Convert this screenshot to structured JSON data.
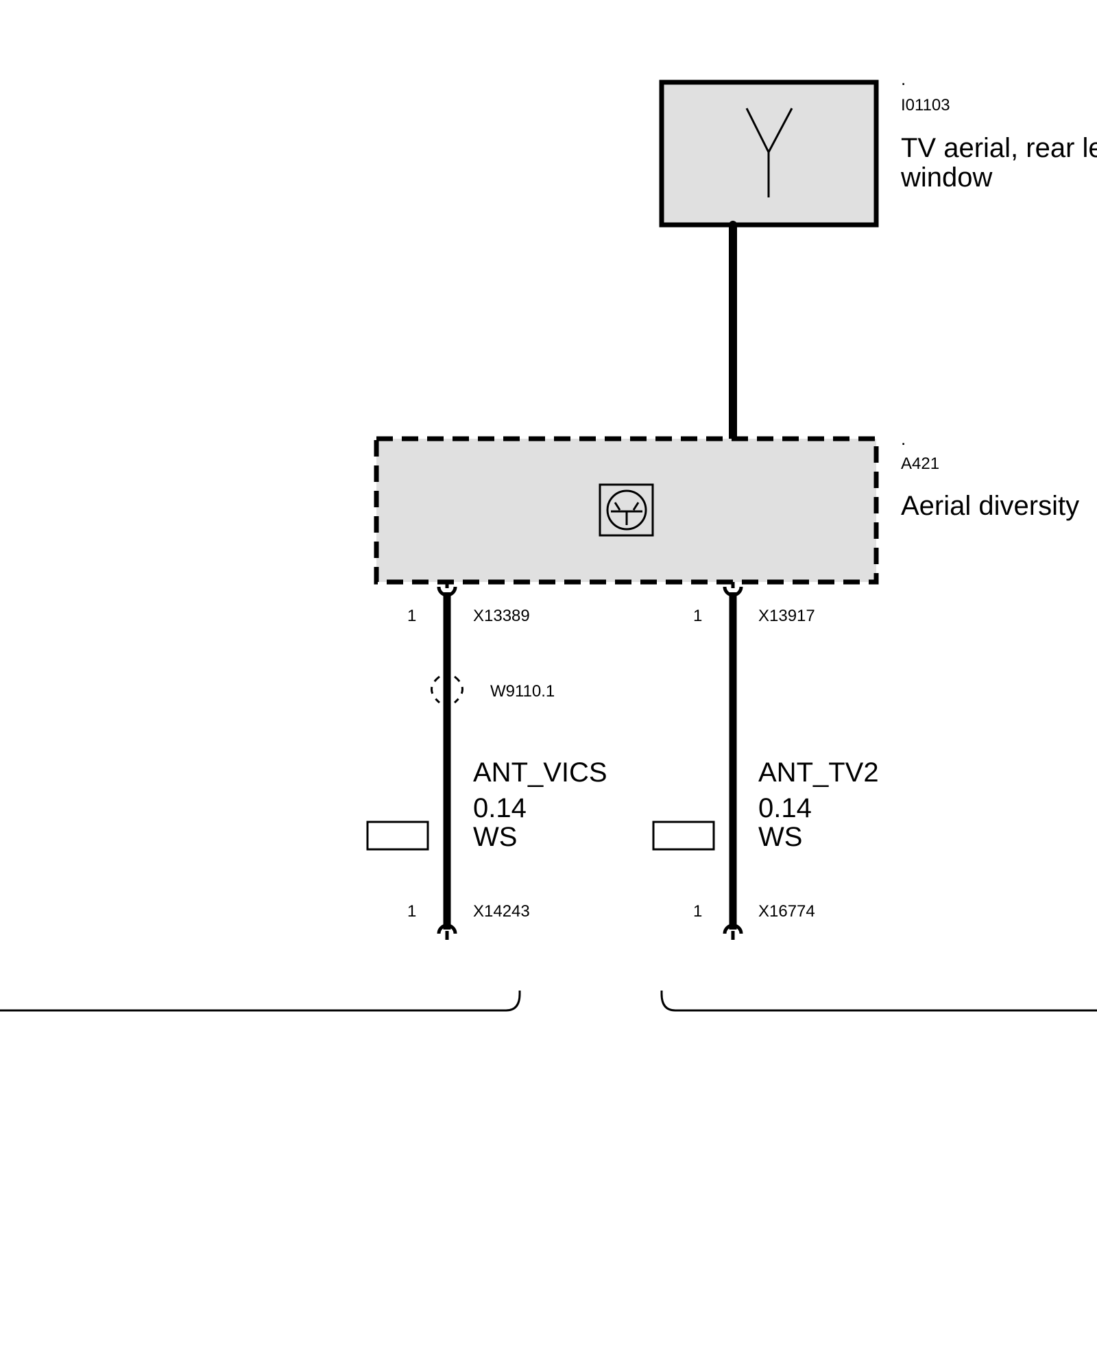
{
  "components": {
    "aerial": {
      "marker": ".",
      "code": "I01103",
      "name_line1": "TV aerial, rear le",
      "name_line2": "window",
      "icon": "antenna-icon"
    },
    "diversity": {
      "marker": ".",
      "code": "A421",
      "name": "Aerial diversity",
      "icon": "transistor-icon"
    }
  },
  "connectors": {
    "left_top": {
      "pin": "1",
      "code": "X13389"
    },
    "right_top": {
      "pin": "1",
      "code": "X13917"
    },
    "left_bottom": {
      "pin": "1",
      "code": "X14243"
    },
    "right_bottom": {
      "pin": "1",
      "code": "X16774"
    }
  },
  "shield": {
    "code": "W9110.1"
  },
  "wires": {
    "left": {
      "signal": "ANT_VICS",
      "gauge": "0.14",
      "color": "WS"
    },
    "right": {
      "signal": "ANT_TV2",
      "gauge": "0.14",
      "color": "WS"
    }
  },
  "colors": {
    "box_fill": "#e0e0e0",
    "line": "#000000"
  }
}
